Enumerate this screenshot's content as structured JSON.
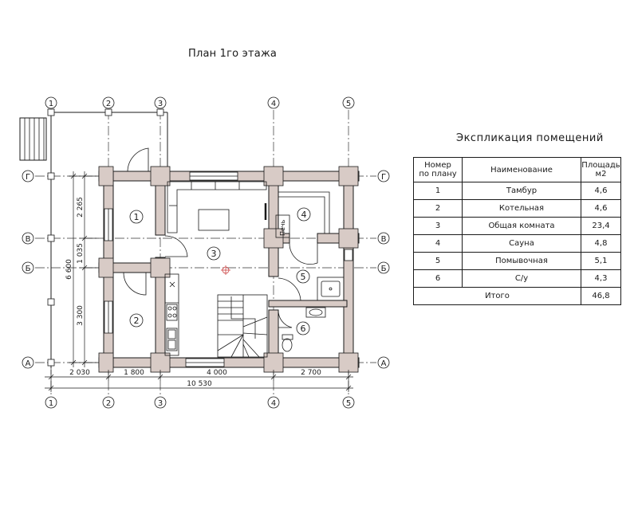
{
  "title": "План 1го этажа",
  "axes": {
    "columns": [
      "1",
      "2",
      "3",
      "4",
      "5"
    ],
    "rows": [
      "Г",
      "В",
      "Б",
      "А"
    ]
  },
  "dimensions": {
    "bottom_segments": [
      "2 030",
      "1 800",
      "4 000",
      "2 700"
    ],
    "bottom_total": "10 530",
    "left_segments": [
      "2 265",
      "1 035",
      "3 300"
    ],
    "left_total": "6 600"
  },
  "room_numbers": [
    "1",
    "2",
    "3",
    "4",
    "5",
    "6"
  ],
  "stove_label": "Печь",
  "explication": {
    "title": "Экспликация помещений",
    "headers": {
      "number": [
        "Номер",
        "по плану"
      ],
      "name": "Наименование",
      "area": [
        "Площадь",
        "м2"
      ]
    },
    "rows": [
      {
        "num": "1",
        "name": "Тамбур",
        "area": "4,6"
      },
      {
        "num": "2",
        "name": "Котельная",
        "area": "4,6"
      },
      {
        "num": "3",
        "name": "Общая комната",
        "area": "23,4"
      },
      {
        "num": "4",
        "name": "Сауна",
        "area": "4,8"
      },
      {
        "num": "5",
        "name": "Помывочная",
        "area": "5,1"
      },
      {
        "num": "6",
        "name": "С/у",
        "area": "4,3"
      }
    ],
    "total_label": "Итого",
    "total_area": "46,8"
  }
}
